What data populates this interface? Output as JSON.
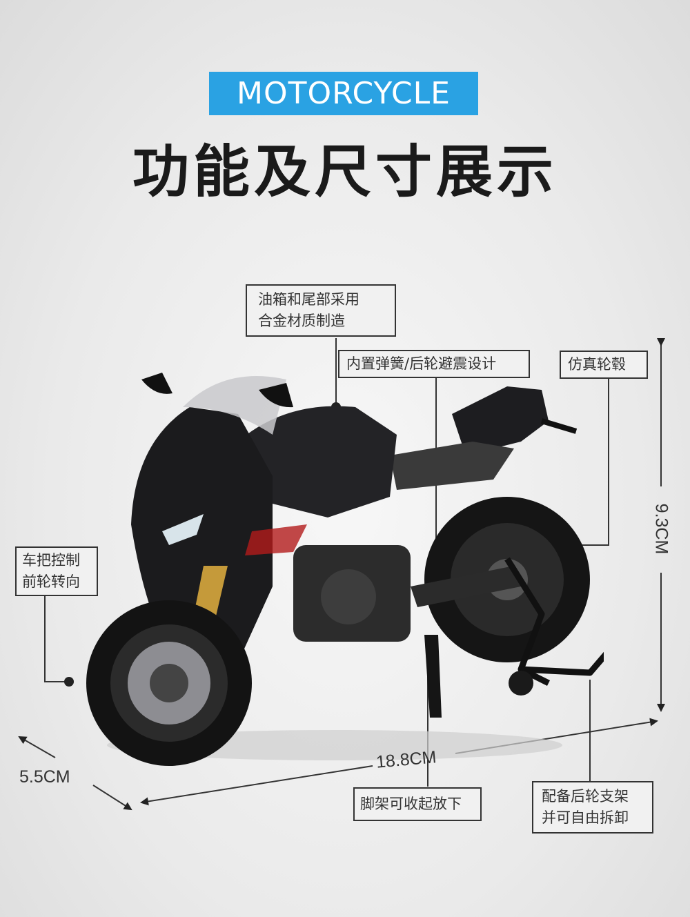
{
  "badge": "MOTORCYCLE",
  "title": "功能及尺寸展示",
  "callouts": {
    "tank": [
      "油箱和尾部采用",
      "合金材质制造"
    ],
    "spring": "内置弹簧/后轮避震设计",
    "wheel_hub": "仿真轮毂",
    "handlebar": [
      "车把控制",
      "前轮转向"
    ],
    "kickstand": "脚架可收起放下",
    "rear_stand": [
      "配备后轮支架",
      "并可自由拆卸"
    ]
  },
  "dimensions": {
    "height": "9.3CM",
    "length": "18.8CM",
    "width": "5.5CM"
  },
  "colors": {
    "badge": "#2aa2e3",
    "body": "#1b1b1d",
    "accent": "#b31b1b"
  }
}
